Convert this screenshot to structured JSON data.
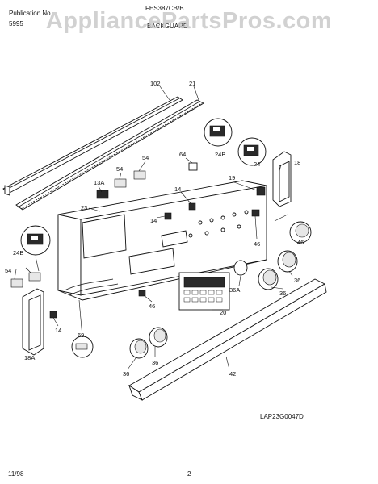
{
  "header": {
    "publication_label": "Publication No.",
    "publication_number": "5995",
    "model": "FES387CB",
    "model_suffix": "/B",
    "section": "BACKGUARD"
  },
  "watermark": "AppliancePartsPros.com",
  "callouts": [
    "102",
    "21",
    "64",
    "19",
    "18",
    "24B",
    "24",
    "54",
    "13A",
    "14",
    "23",
    "14",
    "46",
    "46",
    "24B",
    "54",
    "54",
    "14",
    "46",
    "36A",
    "36",
    "36",
    "20",
    "69",
    "18A",
    "36",
    "36",
    "42"
  ],
  "diagram_code": "LAP23G0047D",
  "footer": {
    "date": "11/98",
    "page": "2"
  }
}
